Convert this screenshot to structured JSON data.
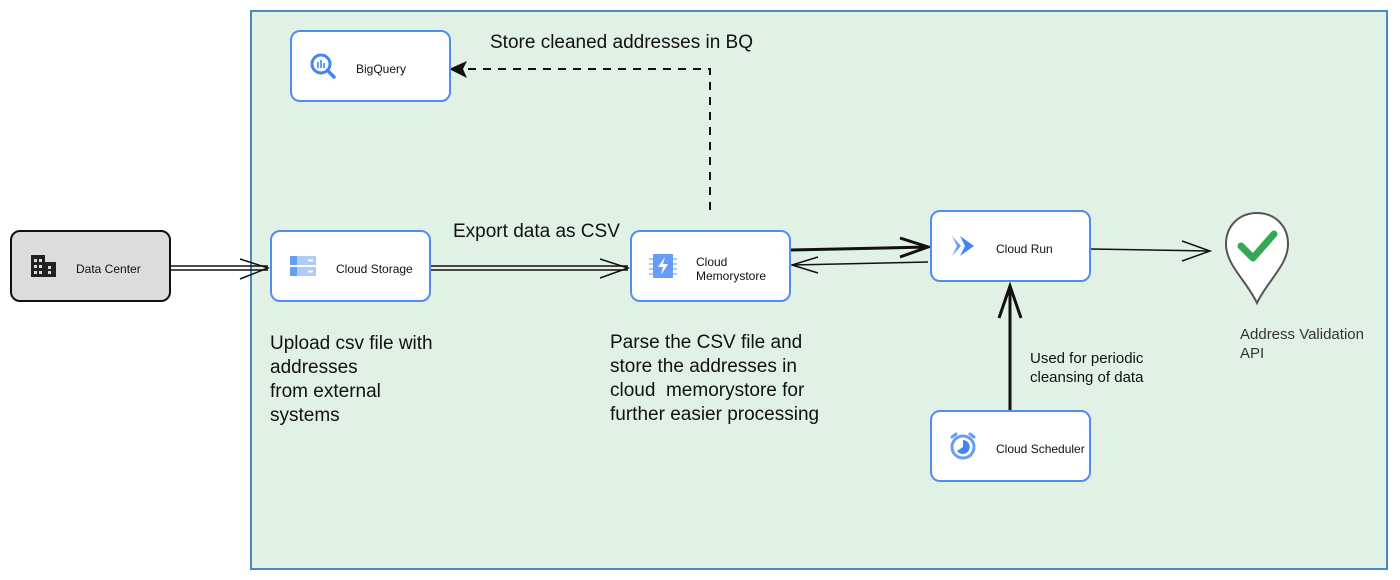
{
  "nodes": {
    "data_center": "Data Center",
    "cloud_storage": "Cloud Storage",
    "cloud_memorystore": [
      "Cloud",
      "Memorystore"
    ],
    "cloud_run": "Cloud Run",
    "cloud_scheduler": "Cloud Scheduler",
    "bigquery": "BigQuery",
    "address_validation": [
      "Address Validation",
      "API"
    ]
  },
  "labels": {
    "store_bq": "Store cleaned addresses in BQ",
    "export_csv": "Export data as CSV",
    "upload": [
      "Upload csv file with",
      "addresses",
      "from external",
      "systems"
    ],
    "parse": [
      "Parse the CSV file and",
      "store the addresses in",
      "cloud  memorystore for",
      "further easier processing"
    ],
    "scheduler_note": [
      "Used for periodic",
      "cleansing of data"
    ]
  },
  "icons": {
    "data_center": "building-icon",
    "cloud_storage": "cloud-storage-icon",
    "cloud_memorystore": "memorystore-icon",
    "cloud_run": "cloud-run-icon",
    "cloud_scheduler": "scheduler-icon",
    "bigquery": "bigquery-icon",
    "address_validation": "map-pin-check-icon"
  },
  "colors": {
    "region_fill": "#e2f1e5",
    "region_border": "#4a8bbd",
    "node_border": "#4f8ef0",
    "check_green": "#34a853"
  }
}
